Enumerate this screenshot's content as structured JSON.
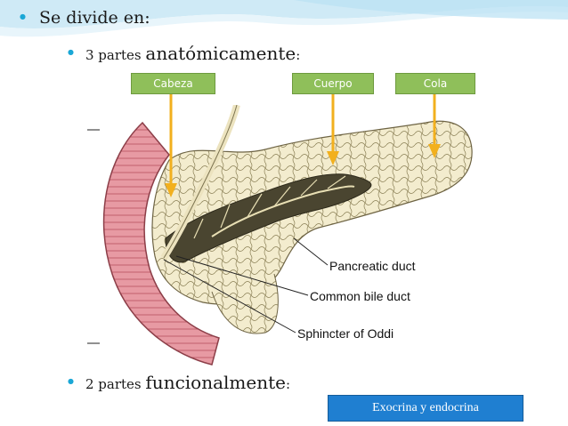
{
  "slide": {
    "bullet1": "Se divide en:",
    "bullet2_prefix": "3 partes ",
    "bullet2_emph": "anatómicamente",
    "bullet2_suffix": ":",
    "bullet3_prefix": "2 partes ",
    "bullet3_emph": "funcionalmente",
    "bullet3_suffix": ":"
  },
  "labels": {
    "cabeza": "Cabeza",
    "cuerpo": "Cuerpo",
    "cola": "Cola",
    "funcion": "Exocrina y endocrina"
  },
  "diagram": {
    "pancreatic_duct": "Pancreatic duct",
    "common_bile_duct": "Common bile duct",
    "sphincter": "Sphincter of Oddi"
  },
  "colors": {
    "accent": "#1aa7d6",
    "green_box": "#8fbf5a",
    "blue_box": "#1f7fd1",
    "arrow": "#f2b01e"
  }
}
